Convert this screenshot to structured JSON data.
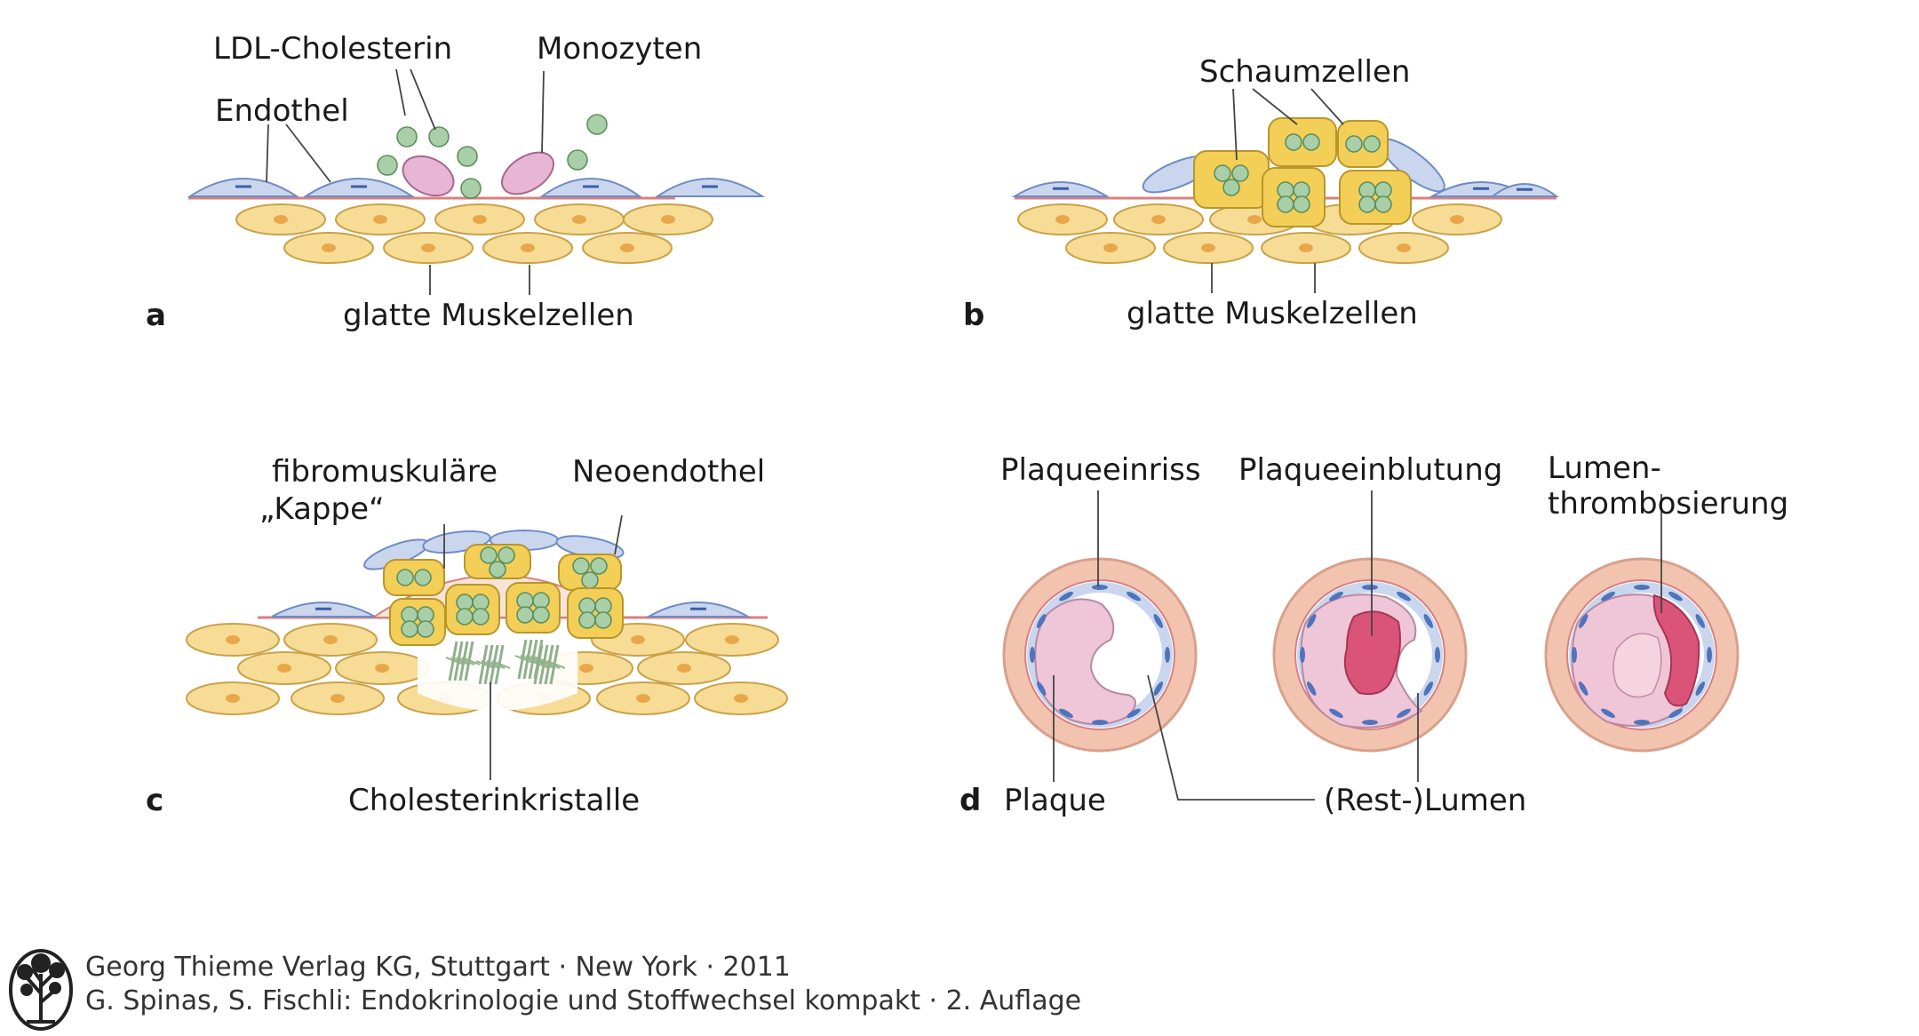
{
  "panels": {
    "a": {
      "letter": "a",
      "label_ldl": "LDL-Cholesterin",
      "label_monozyten": "Monozyten",
      "label_endothel": "Endothel",
      "label_smc": "glatte Muskelzellen"
    },
    "b": {
      "letter": "b",
      "label_schaumzellen": "Schaumzellen",
      "label_smc": "glatte Muskelzellen"
    },
    "c": {
      "letter": "c",
      "label_cap_line1": "fibromuskuläre",
      "label_cap_line2": "„Kappe“",
      "label_neoendothel": "Neoendothel",
      "label_crystals": "Cholesterinkristalle"
    },
    "d": {
      "letter": "d",
      "label_einriss": "Plaqueeinriss",
      "label_einblutung": "Plaqueeinblutung",
      "label_thromb_line1": "Lumen-",
      "label_thromb_line2": "thrombosierung",
      "label_plaque": "Plaque",
      "label_lumen": "(Rest-)Lumen"
    }
  },
  "credit": {
    "line1": "Georg Thieme Verlag KG, Stuttgart · New York · 2011",
    "line2": "G. Spinas, S. Fischli: Endokrinologie und Stoffwechsel kompakt · 2. Auflage"
  },
  "colors": {
    "smooth_muscle_fill": "#f7dc96",
    "smooth_muscle_stroke": "#c9a24a",
    "nucleus": "#e8a84a",
    "endothel_fill": "#c9d6ee",
    "endothel_stroke": "#6f8cc4",
    "ldl_fill": "#a9cfa8",
    "ldl_stroke": "#5e8f5c",
    "monocyte_fill": "#e6b6d4",
    "monocyte_stroke": "#a8678e",
    "foam_fill": "#f3cf57",
    "foam_stroke": "#b7962c",
    "wall_fill": "#f2c4b0",
    "wall_stroke": "#d8a08c",
    "plaque_fill": "#efc6d8",
    "hemorrhage_fill": "#d95478",
    "crystal": "#8fb08a"
  }
}
